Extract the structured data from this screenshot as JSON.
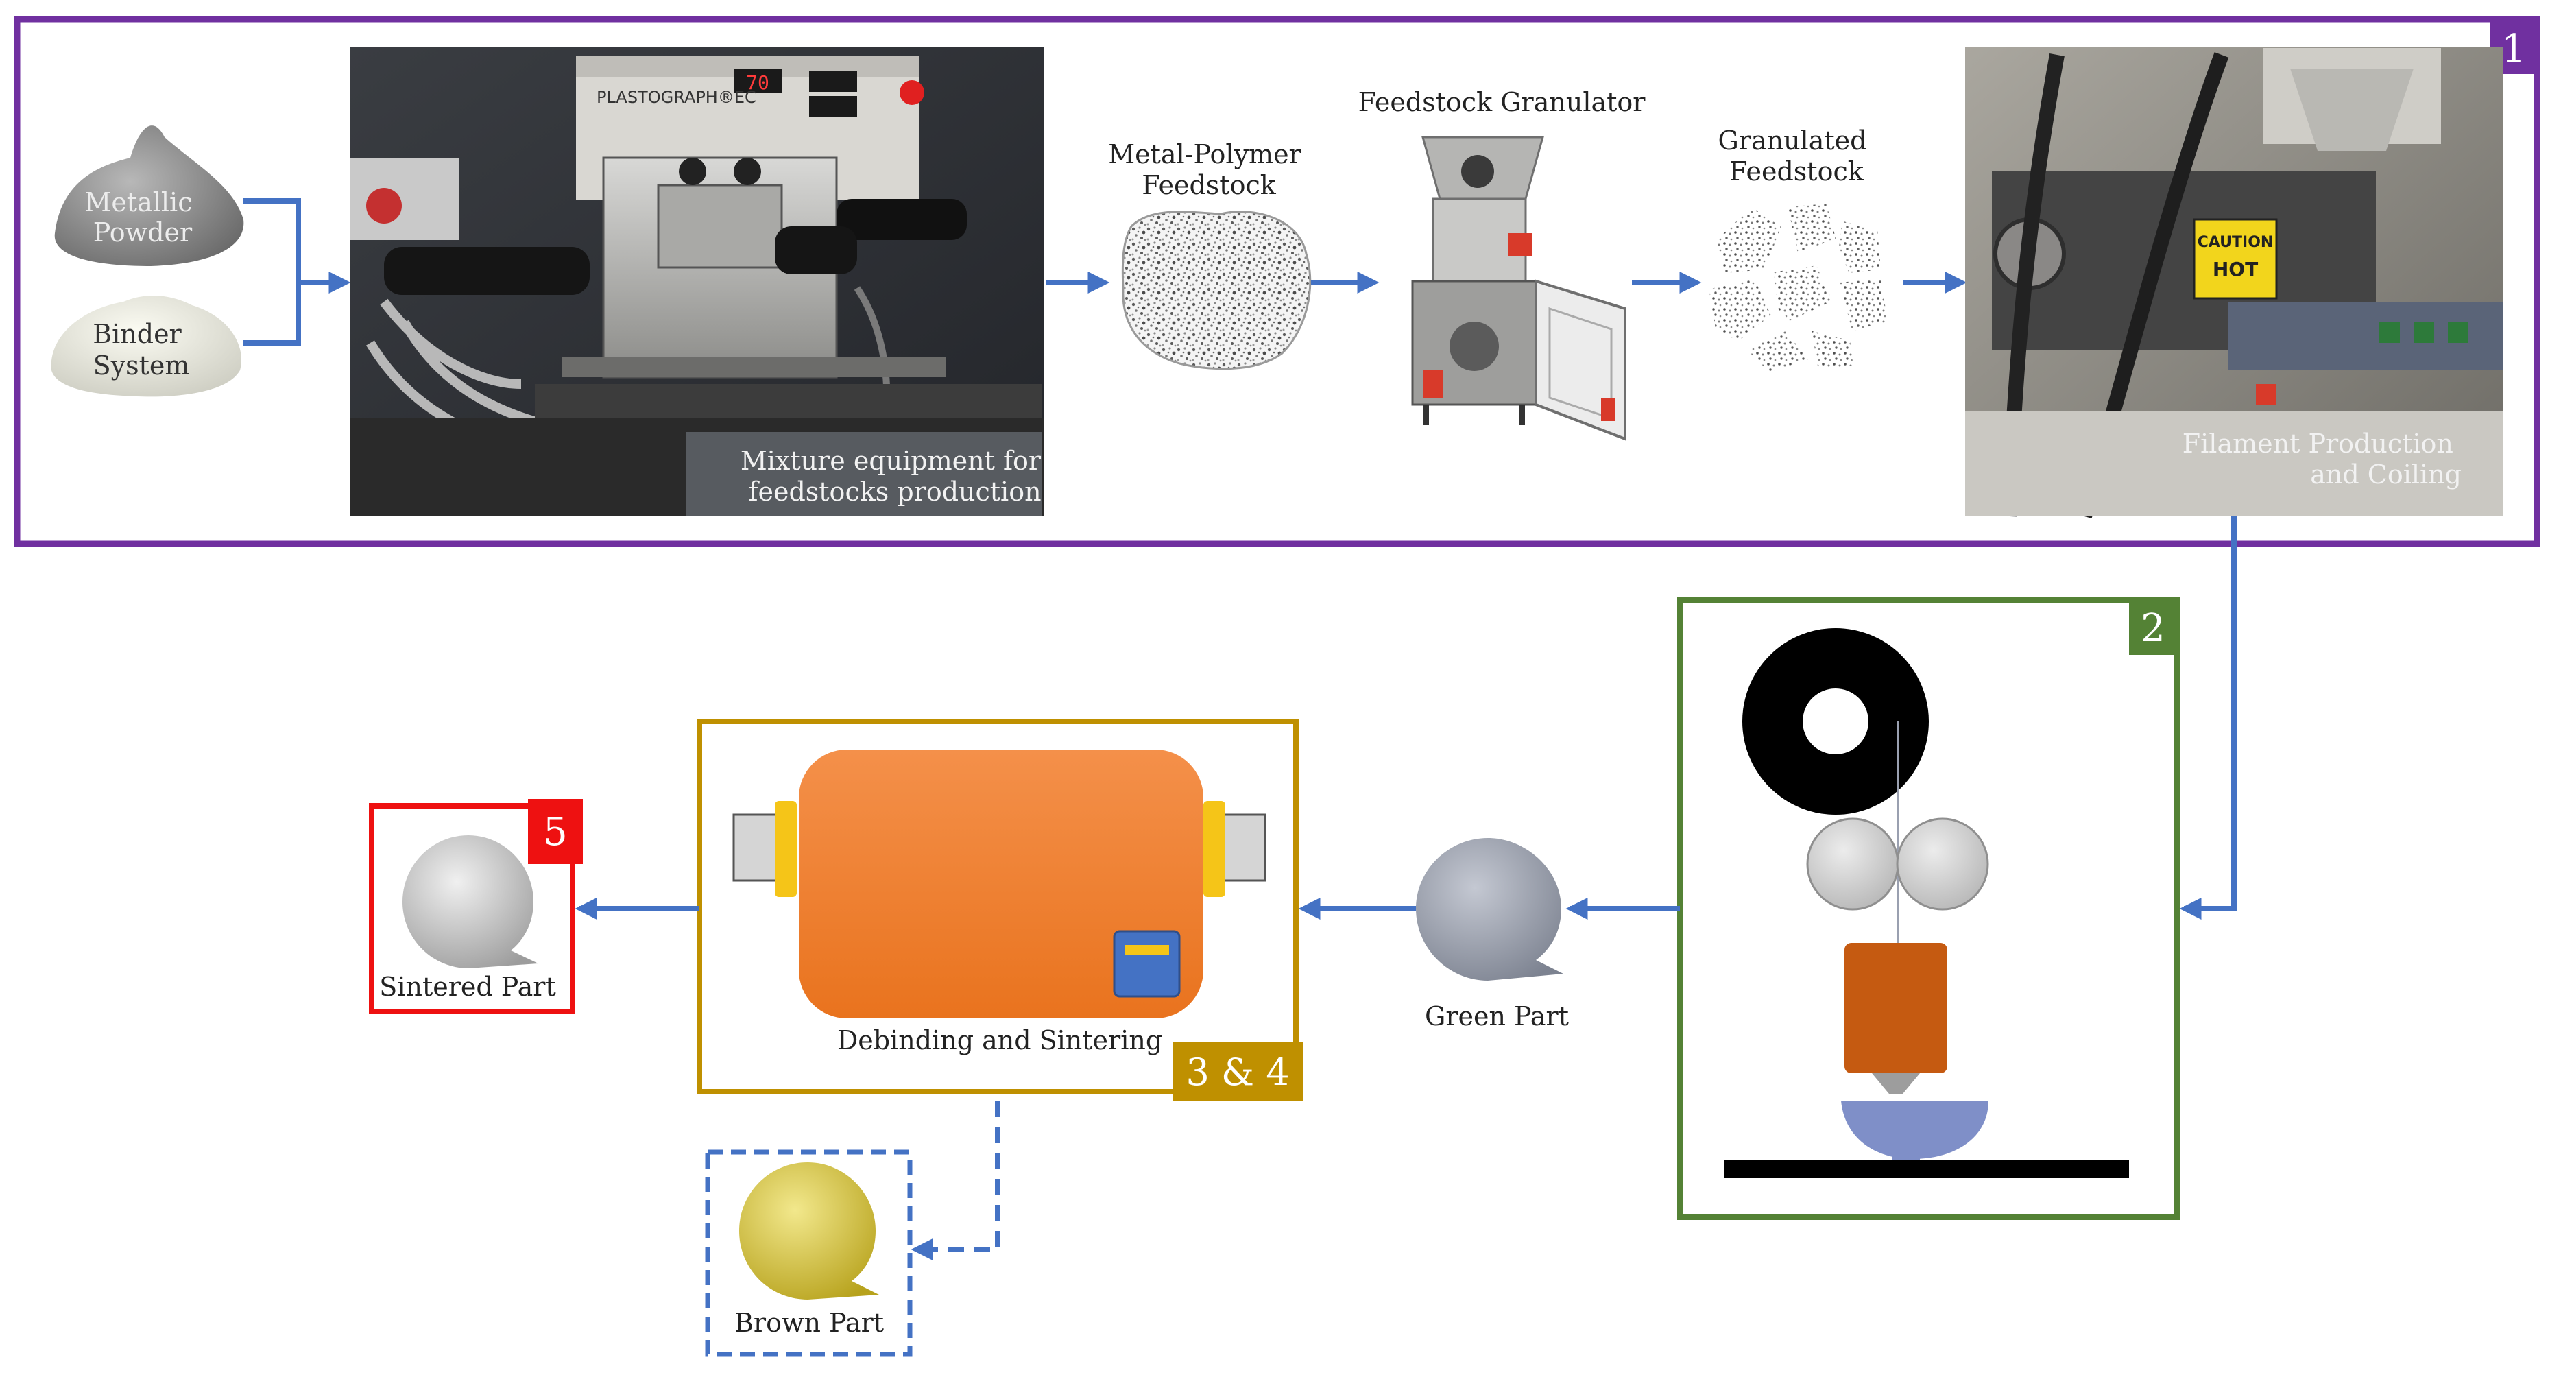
{
  "stages": [
    {
      "number": "1",
      "color": "#7030a0"
    },
    {
      "number": "2",
      "color": "#548235"
    },
    {
      "number": "3 & 4",
      "color": "#bf9000"
    },
    {
      "number": "5",
      "color": "#ee1111"
    }
  ],
  "inputs": {
    "metallic_powder": [
      "Metallic",
      "Powder"
    ],
    "binder_system": [
      "Binder",
      "System"
    ]
  },
  "photos": {
    "mixer": {
      "caption": [
        "Mixture equipment for",
        "feedstocks production"
      ],
      "panel_label": "PLASTOGRAPH®EC",
      "display_value": "70"
    },
    "filament": {
      "caption": [
        "Filament Production",
        "and Coiling"
      ],
      "sign_line1": "CAUTION",
      "sign_line2": "HOT"
    }
  },
  "labels": {
    "metal_polymer": [
      "Metal-Polymer",
      "Feedstock"
    ],
    "granulator": "Feedstock Granulator",
    "granulated": [
      "Granulated",
      "Feedstock"
    ],
    "green_part": "Green Part",
    "debinding": "Debinding and Sintering",
    "sintered_part": "Sintered Part",
    "brown_part": "Brown Part"
  },
  "colors": {
    "arrow": "#4472c4",
    "stage1": "#7030a0",
    "stage2": "#548235",
    "stage34": "#bf9000",
    "stage5": "#ee1111",
    "brown_box": "#4472c4",
    "furnace": "#f07d2a",
    "nozzle": "#c55a11",
    "bed": "#7f8fc8",
    "green_part": "#9aa0ac",
    "brown_part": "#d4c23a",
    "sintered_part": "#c4c4c4"
  }
}
